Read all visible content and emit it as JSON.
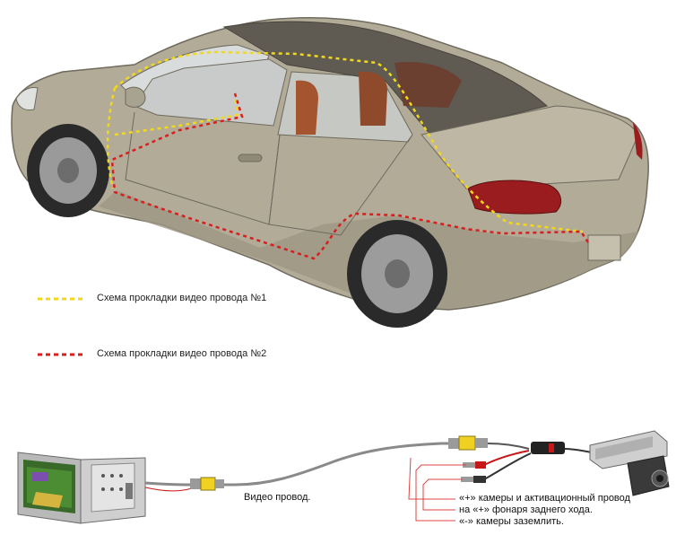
{
  "legend": {
    "route1": {
      "label": "Схема прокладки видео провода №1",
      "color": "#f2d81a"
    },
    "route2": {
      "label": "Схема прокладки видео провода №2",
      "color": "#d81e1e"
    }
  },
  "labels": {
    "video_cable": "Видео провод.",
    "note_line1": "«+» камеры и активационный провод",
    "note_line2": "на «+» фонаря заднего хода.",
    "note_line3": "«-» камеры заземлить."
  },
  "colors": {
    "car_body": "#b1ab98",
    "car_shade": "#8f8978",
    "connector_yellow": "#f0d020",
    "wire_red": "#c61818",
    "cable_grey": "#8a8a8a"
  }
}
